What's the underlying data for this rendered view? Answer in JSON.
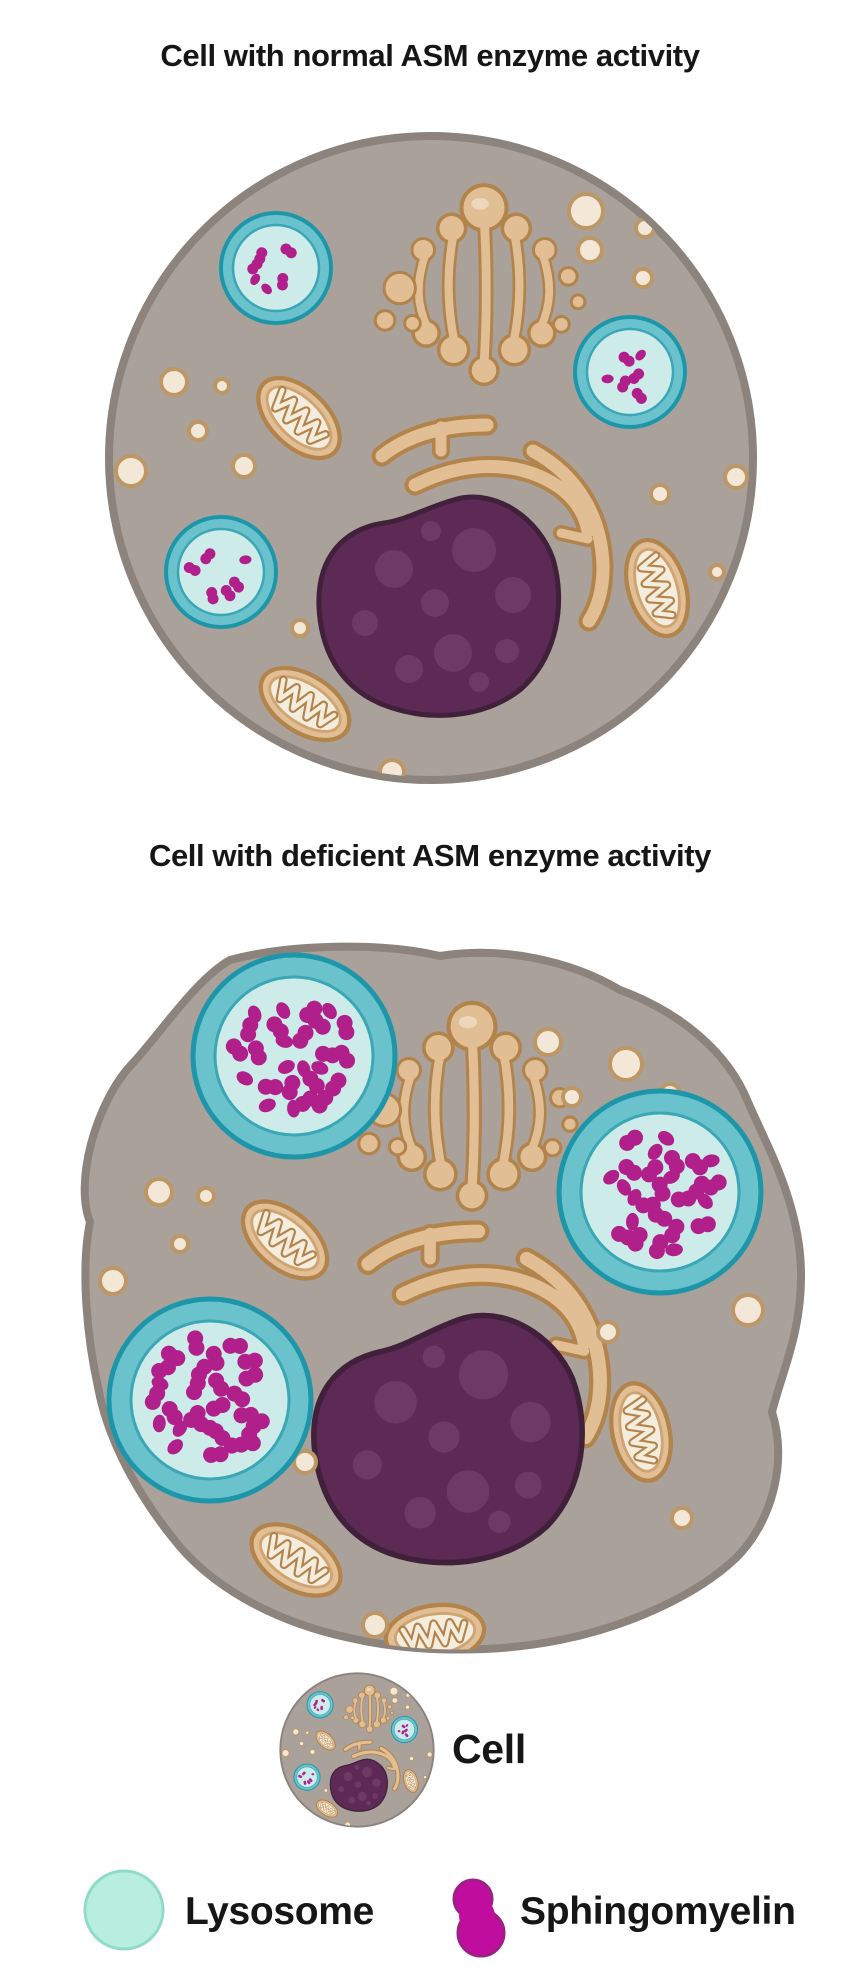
{
  "titles": {
    "normal": "Cell with normal ASM enzyme activity",
    "deficient": "Cell with deficient ASM enzyme activity"
  },
  "legend": {
    "cell": "Cell",
    "lysosome": "Lysosome",
    "sphingomyelin": "Sphingomyelin"
  },
  "cells": {
    "normal": {
      "lysosome_count": 3,
      "sphingomyelin_per_lysosome": 6,
      "lysosome_size": "small"
    },
    "deficient": {
      "lysosome_count": 3,
      "sphingomyelin_per_lysosome": 26,
      "lysosome_size": "enlarged"
    }
  },
  "colors": {
    "background": "#ffffff",
    "text": "#161616",
    "cytoplasm": "#a9a19a",
    "membrane": "#8b837c",
    "tan_fill": "#e1be93",
    "tan_mid": "#cfa472",
    "tan_dark": "#b2834a",
    "cream": "#f4ecdc",
    "cream2": "#f3e8d7",
    "ves_stroke": "#bd9765",
    "lyso_ring": "#6ac3cc",
    "lyso_ring_stroke": "#1e96aa",
    "lyso_inner": "#cdebe9",
    "lyso_inner_stroke": "#3aa6b6",
    "sphingo": "#b11f8b",
    "sphingo_bright": "#c10d9e",
    "sphingo_rim": "#9b2185",
    "nucleus": "#5c2a54",
    "nucleus_stroke": "#41203c",
    "nucleus_spot": "#6c3a64",
    "swatch_mint": "#b8eedd",
    "swatch_mint_stroke": "#8fdac8"
  }
}
